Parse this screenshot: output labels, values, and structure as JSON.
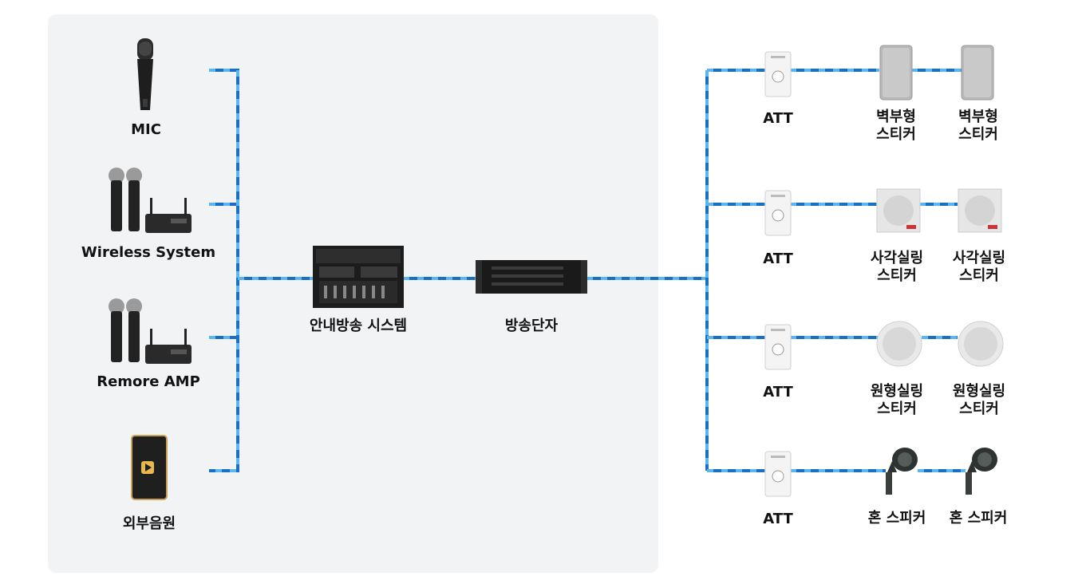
{
  "colors": {
    "wire": "#1a6fc4",
    "wire_dash": "#3aa0e8",
    "panel": "#f2f3f5"
  },
  "inputs": {
    "mic": "MIC",
    "wireless": "Wireless System",
    "remote": "Remore AMP",
    "external": "외부음원"
  },
  "center": {
    "system": "안내방송 시스템",
    "terminal": "방송단자"
  },
  "rows": [
    {
      "att": "ATT",
      "spk1": [
        "벽부형",
        "스티커"
      ],
      "spk2": [
        "벽부형",
        "스티커"
      ]
    },
    {
      "att": "ATT",
      "spk1": [
        "사각실링",
        "스티커"
      ],
      "spk2": [
        "사각실링",
        "스티커"
      ]
    },
    {
      "att": "ATT",
      "spk1": [
        "원형실링",
        "스티커"
      ],
      "spk2": [
        "원형실링",
        "스티커"
      ]
    },
    {
      "att": "ATT",
      "spk1": [
        "혼 스피커"
      ],
      "spk2": [
        "혼 스피커"
      ]
    }
  ]
}
